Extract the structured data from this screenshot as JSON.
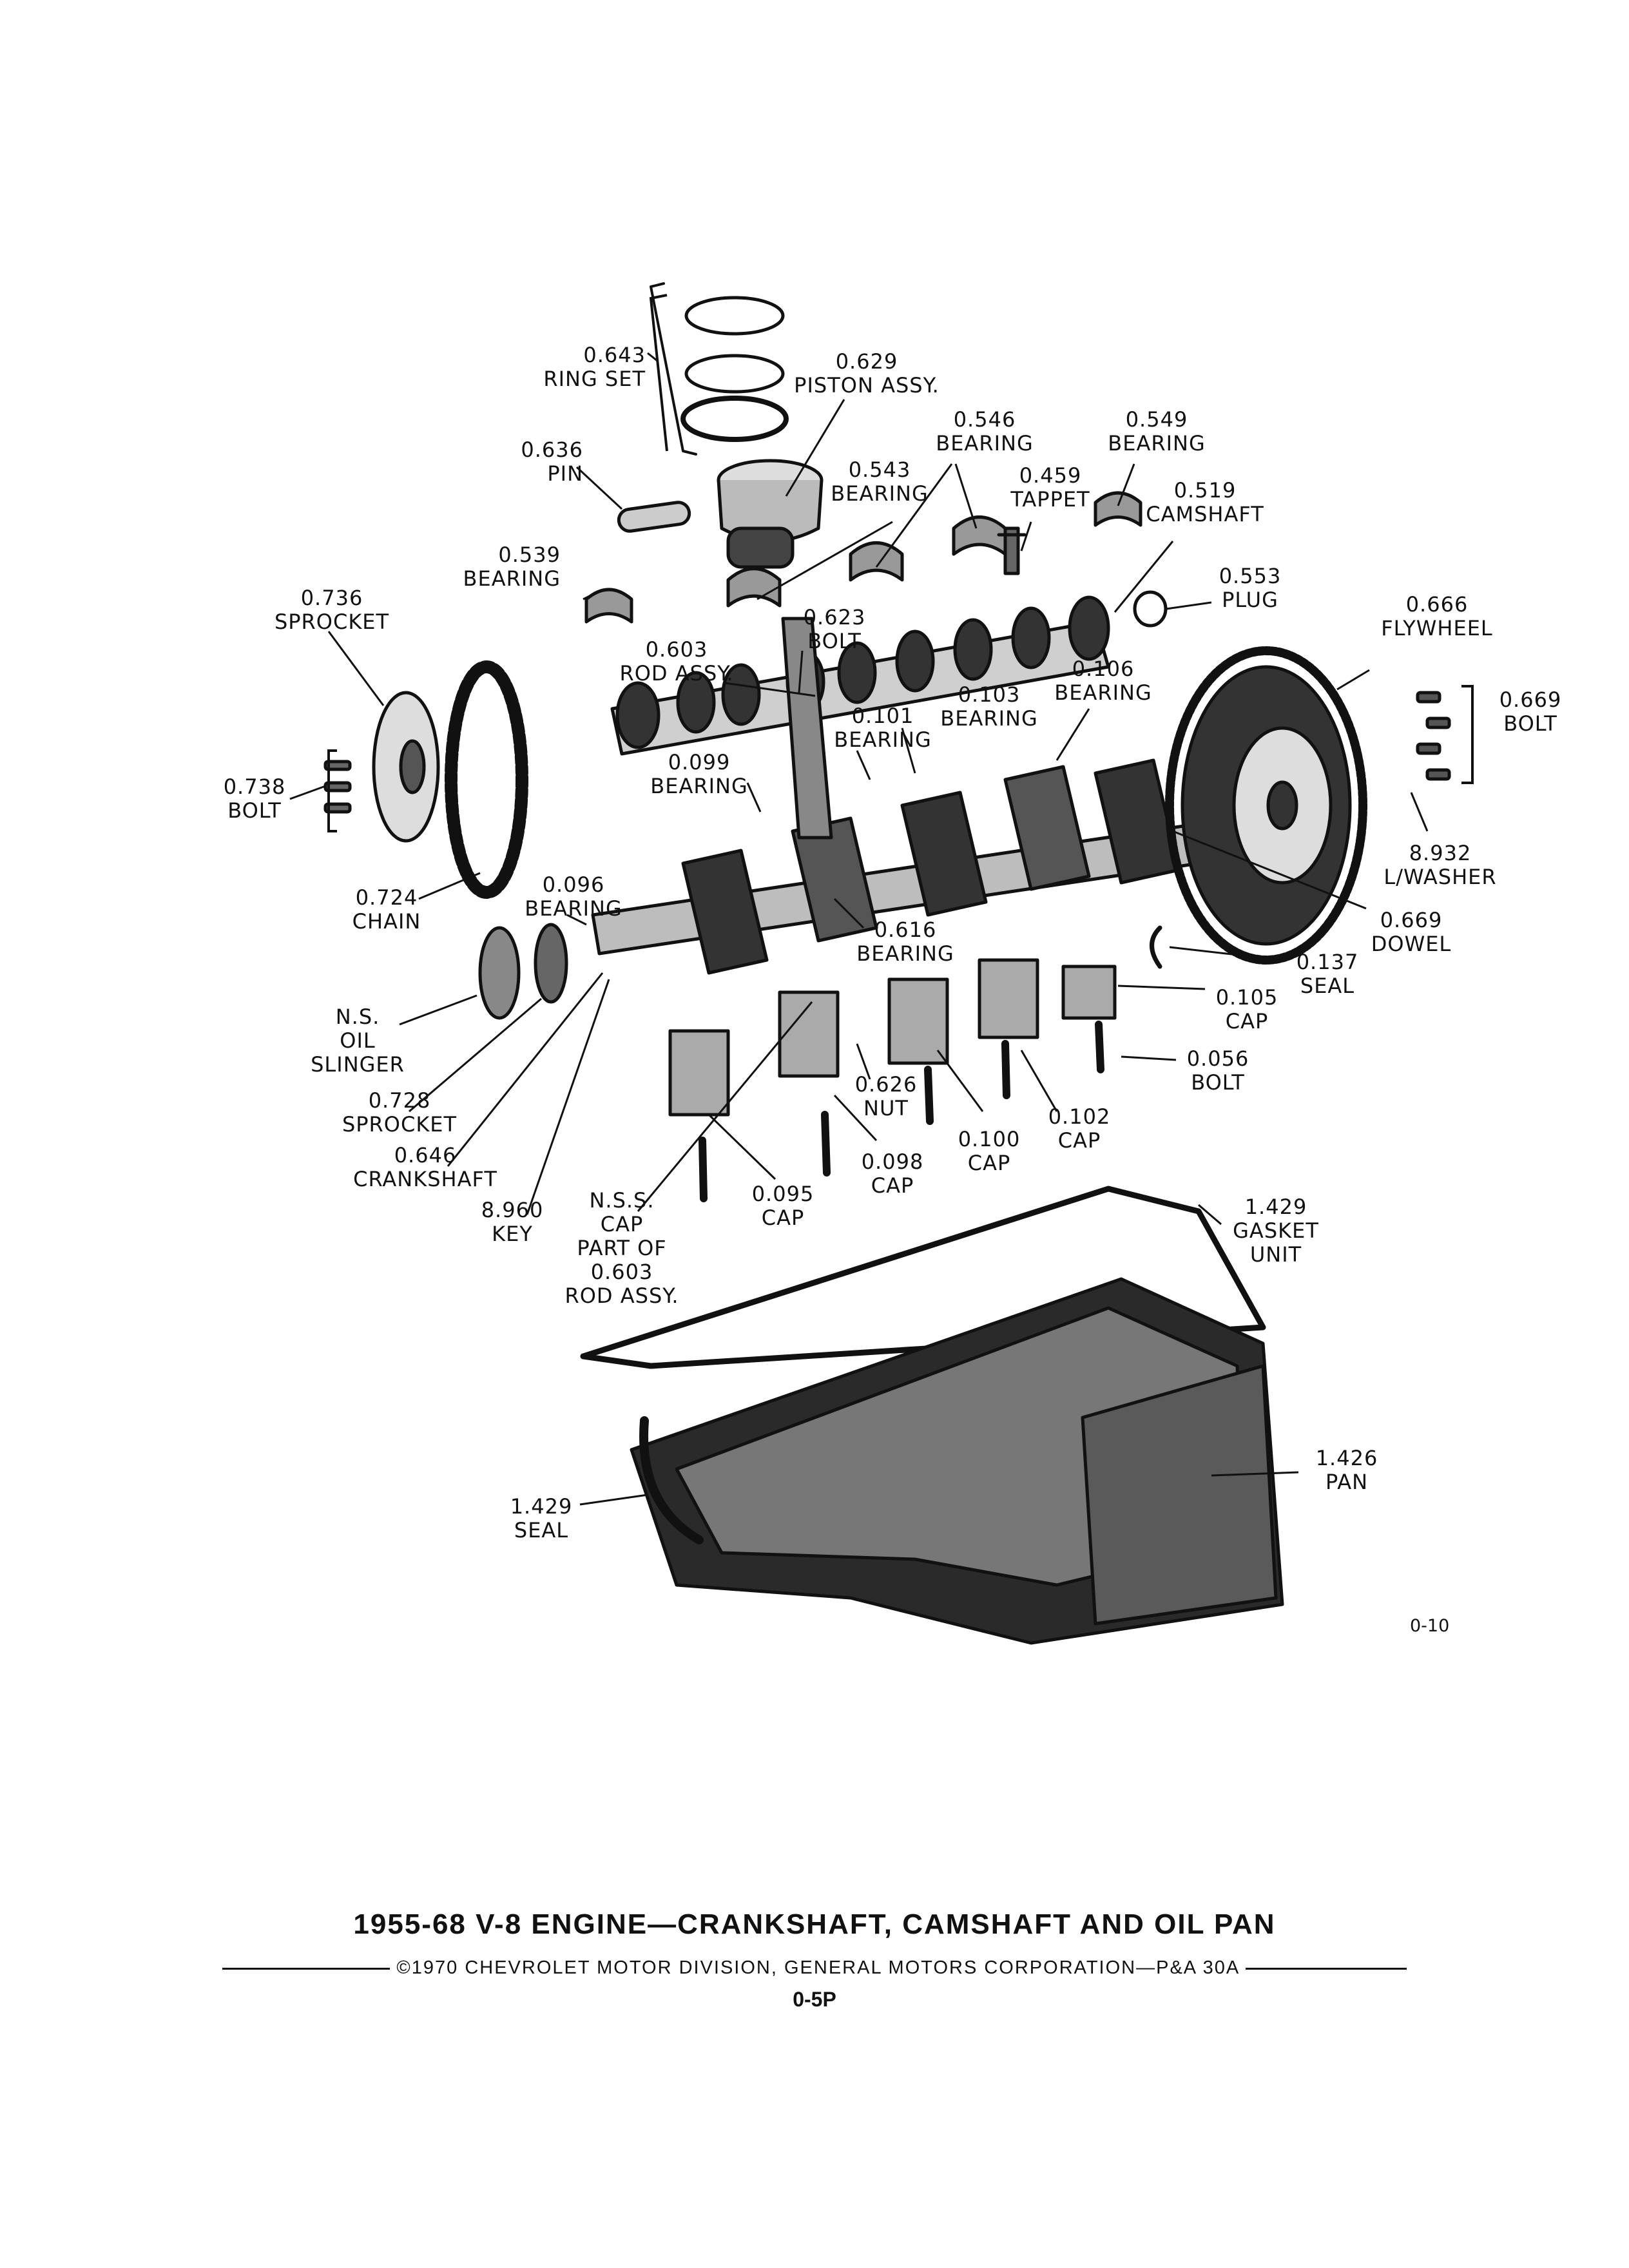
{
  "labels": [
    {
      "id": "ring-set",
      "text": "0.643\nRING SET"
    },
    {
      "id": "piston-assy",
      "text": "0.629\nPISTON ASSY."
    },
    {
      "id": "pin",
      "text": "0.636\nPIN"
    },
    {
      "id": "bearing-546",
      "text": "0.546\nBEARING"
    },
    {
      "id": "bearing-549",
      "text": "0.549\nBEARING"
    },
    {
      "id": "bearing-543",
      "text": "0.543\nBEARING"
    },
    {
      "id": "tappet",
      "text": "0.459\nTAPPET"
    },
    {
      "id": "camshaft",
      "text": "0.519\nCAMSHAFT"
    },
    {
      "id": "bearing-539",
      "text": "0.539\nBEARING"
    },
    {
      "id": "plug",
      "text": "0.553\nPLUG"
    },
    {
      "id": "sprocket-736",
      "text": "0.736\nSPROCKET"
    },
    {
      "id": "bolt-623",
      "text": "0.623\nBOLT"
    },
    {
      "id": "flywheel",
      "text": "0.666\nFLYWHEEL"
    },
    {
      "id": "rod-assy",
      "text": "0.603\nROD ASSY."
    },
    {
      "id": "bearing-106",
      "text": "0.106\nBEARING"
    },
    {
      "id": "bolt-669",
      "text": "0.669\nBOLT"
    },
    {
      "id": "bearing-103",
      "text": "0.103\nBEARING"
    },
    {
      "id": "bearing-101",
      "text": "0.101\nBEARING"
    },
    {
      "id": "bearing-099",
      "text": "0.099\nBEARING"
    },
    {
      "id": "bolt-738",
      "text": "0.738\nBOLT"
    },
    {
      "id": "lwasher",
      "text": "8.932\nL/WASHER"
    },
    {
      "id": "chain",
      "text": "0.724\nCHAIN"
    },
    {
      "id": "bearing-096",
      "text": "0.096\nBEARING"
    },
    {
      "id": "dowel",
      "text": "0.669\nDOWEL"
    },
    {
      "id": "bearing-616",
      "text": "0.616\nBEARING"
    },
    {
      "id": "seal-137",
      "text": "0.137\nSEAL"
    },
    {
      "id": "cap-105",
      "text": "0.105\nCAP"
    },
    {
      "id": "oil-slinger",
      "text": "N.S.\nOIL\nSLINGER"
    },
    {
      "id": "bolt-056",
      "text": "0.056\nBOLT"
    },
    {
      "id": "nut",
      "text": "0.626\nNUT"
    },
    {
      "id": "sprocket-728",
      "text": "0.728\nSPROCKET"
    },
    {
      "id": "cap-102",
      "text": "0.102\nCAP"
    },
    {
      "id": "cap-100",
      "text": "0.100\nCAP"
    },
    {
      "id": "crankshaft",
      "text": "0.646\nCRANKSHAFT"
    },
    {
      "id": "cap-098",
      "text": "0.098\nCAP"
    },
    {
      "id": "key",
      "text": "8.960\nKEY"
    },
    {
      "id": "cap-095",
      "text": "0.095\nCAP"
    },
    {
      "id": "nss-cap",
      "text": "N.S.S.\nCAP\nPART OF\n0.603\nROD ASSY."
    },
    {
      "id": "gasket-unit",
      "text": "1.429\nGASKET\nUNIT"
    },
    {
      "id": "pan",
      "text": "1.426\nPAN"
    },
    {
      "id": "seal-1429",
      "text": "1.429\nSEAL"
    }
  ],
  "figure_code": "0-10",
  "footer": {
    "title": "1955-68 V-8 ENGINE—CRANKSHAFT, CAMSHAFT AND OIL PAN",
    "copyright": "©1970 CHEVROLET MOTOR DIVISION, GENERAL MOTORS CORPORATION—P&A 30A",
    "page": "0-5P"
  }
}
